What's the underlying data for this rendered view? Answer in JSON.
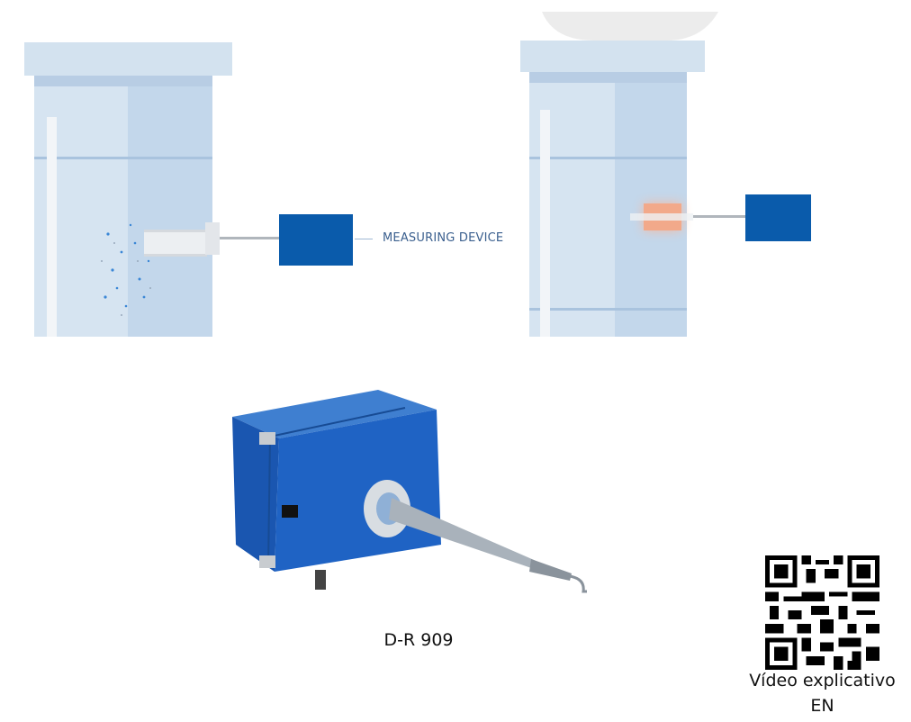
{
  "diagram": {
    "measuring_label": "MEASURING DEVICE"
  },
  "product": {
    "name": "D-R 909"
  },
  "qr": {
    "caption_line1": "Vídeo explicativo",
    "caption_line2": "EN"
  },
  "colors": {
    "device_blue": "#0a5bab",
    "chimney": "#d6e4f1",
    "heat": "#f2a98a"
  }
}
